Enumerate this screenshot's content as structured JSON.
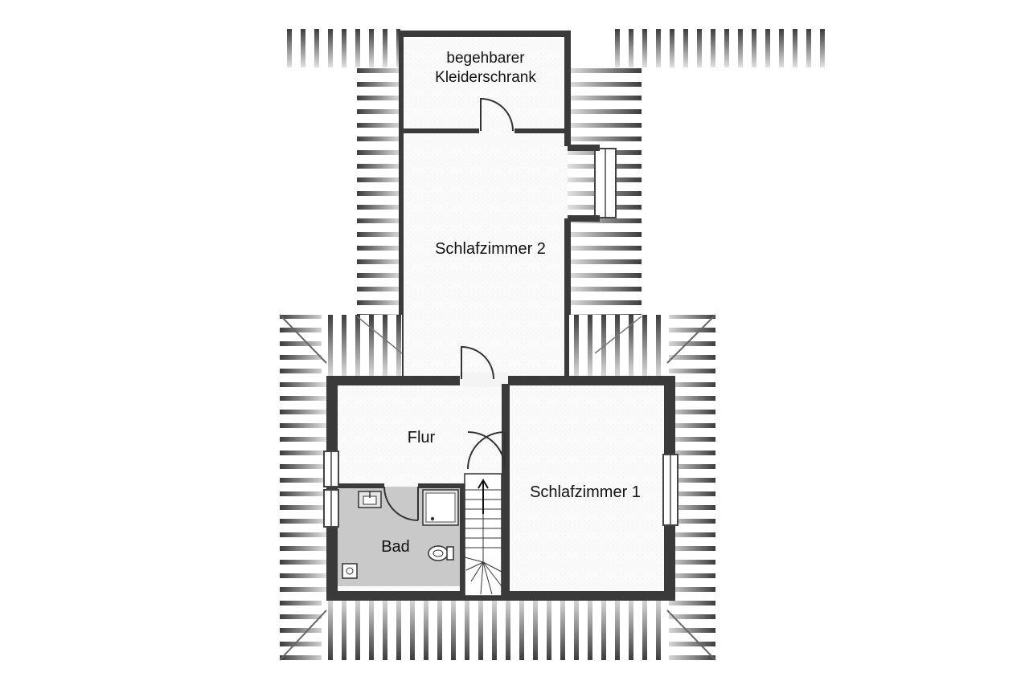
{
  "rooms": {
    "walk_in_closet": {
      "line1": "begehbarer",
      "line2": "Kleiderschrank"
    },
    "bedroom_2": "Schlafzimmer 2",
    "bedroom_1": "Schlafzimmer 1",
    "hallway": "Flur",
    "bathroom": "Bad"
  },
  "colors": {
    "wall": "#3a3a3a",
    "bathroom_floor": "#c9c9c9",
    "roof_slope_shade": "#9a9a9a",
    "background": "#ffffff"
  }
}
